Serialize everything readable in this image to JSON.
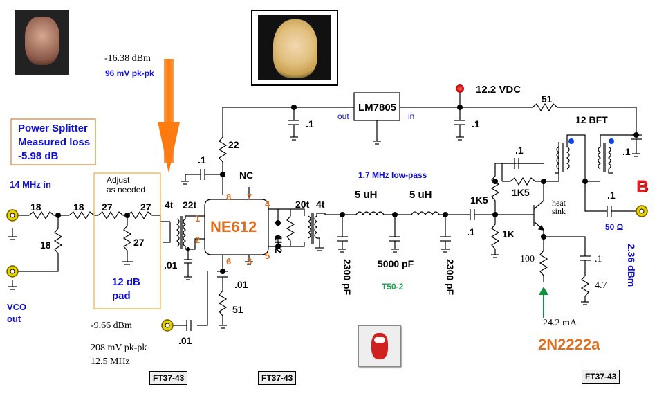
{
  "labels": {
    "rf_power": "-16.38 dBm",
    "rf_voltage": "96 mV pk-pk",
    "splitter_1": "Power Splitter",
    "splitter_2": "Measured loss",
    "splitter_3": "-5.98 dB",
    "rf_in": "14 MHz in",
    "adjust_1": "Adjust",
    "adjust_2": "as needed",
    "pad_1": "12 dB",
    "pad_2": "pad",
    "vco_1": "VCO",
    "vco_2": "out",
    "reg_out": "out",
    "reg_in": "in",
    "supply": "12.2 VDC",
    "lowpass": "1.7 MHz low-pass",
    "core": "T50-2",
    "heatsink_1": "heat",
    "heatsink_2": "sink",
    "ohm50": "50 Ω",
    "b_marker": "B",
    "out_power": "2.36 dBm",
    "current": "24.2 mA",
    "lo_power": "-9.66 dBm",
    "lo_voltage": "208 mV pk-pk",
    "lo_freq": "12.5 MHz"
  },
  "parts": {
    "r18a": "18",
    "r18b": "18",
    "r18c": "18",
    "r27a": "27",
    "r27b": "27",
    "r27c": "27",
    "t4a": "4t",
    "t22": "22t",
    "t20": "20t",
    "t4b": "4t",
    "c01a": ".1",
    "c01b": ".1",
    "c01c": ".1",
    "c01d": ".1",
    "c01e": ".1",
    "c01f": ".1",
    "c01g": ".1",
    "c01h": ".1",
    "c001a": ".01",
    "c001b": ".01",
    "c001c": ".01",
    "r22": "22",
    "nc": "NC",
    "chip": "NE612",
    "r51a": "51",
    "r51b": "51",
    "r1k2": "1K2",
    "regulator": "LM7805",
    "bft": "12 BFT",
    "l5a": "5 uH",
    "l5b": "5 uH",
    "c2300a": "2300 pF",
    "c2300b": "2300 pF",
    "c5000": "5000 pF",
    "r1k5a": "1K5",
    "r1k5b": "1K5",
    "r1k": "1K",
    "r100": "100",
    "r47": "4.7",
    "transistor": "2N2222a"
  },
  "pins": {
    "p1": "1",
    "p2": "2",
    "p3": "3",
    "p4": "4",
    "p5": "5",
    "p6": "6",
    "p7": "7",
    "p8": "8"
  },
  "tags": {
    "t1": "FT37-43",
    "t2": "FT37-43",
    "t3": "FT37-43"
  },
  "colors": {
    "accent_orange": "#e07020",
    "label_blue": "#1010d0",
    "note_green": "#20a050",
    "connector_yellow": "#e8d000"
  }
}
